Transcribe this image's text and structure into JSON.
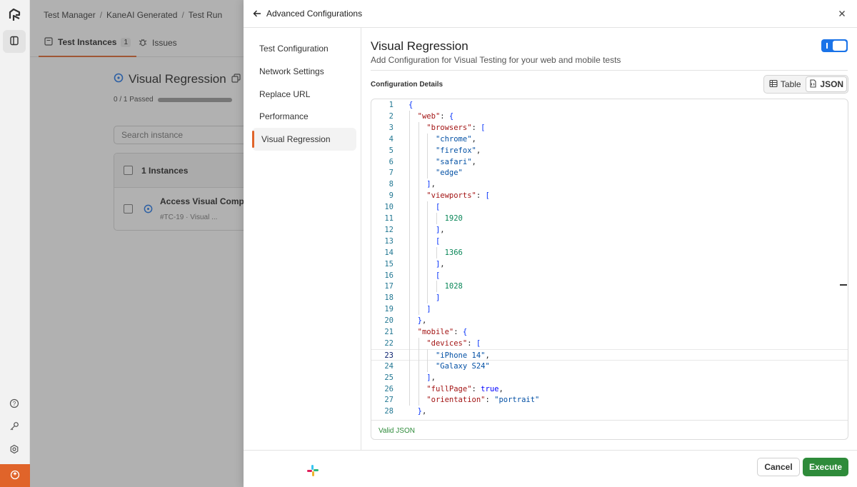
{
  "breadcrumb": [
    "Test Manager",
    "KaneAI Generated",
    "Test Run"
  ],
  "tabs": [
    {
      "label": "Test Instances",
      "count": "1"
    },
    {
      "label": "Issues"
    }
  ],
  "background": {
    "title": "Visual Regression",
    "passed": "0 / 1 Passed",
    "search_placeholder": "Search instance",
    "instances_header": "1 Instances",
    "instance": {
      "name": "Access Visual Compar",
      "meta": "#TC-19 · Visual ..."
    }
  },
  "drawer": {
    "title": "Advanced Configurations",
    "nav": [
      "Test Configuration",
      "Network Settings",
      "Replace URL",
      "Performance",
      "Visual Regression"
    ],
    "active_nav": "Visual Regression",
    "section_title": "Visual Regression",
    "section_subtitle": "Add Configuration for Visual Testing for your web and mobile tests",
    "toggle_on": true,
    "config_label": "Configuration Details",
    "view_toggle": {
      "table": "Table",
      "json": "JSON",
      "active": "JSON"
    },
    "validation": "Valid JSON",
    "current_line": 23,
    "cancel": "Cancel",
    "execute": "Execute"
  },
  "colors": {
    "accent": "#e0642a",
    "primary": "#1a73e8",
    "success": "#2e8b3a"
  },
  "code_lines": [
    {
      "n": "1",
      "t": "{"
    },
    {
      "n": "2",
      "t": "  \"web\": {"
    },
    {
      "n": "3",
      "t": "    \"browsers\": ["
    },
    {
      "n": "4",
      "t": "      \"chrome\","
    },
    {
      "n": "5",
      "t": "      \"firefox\","
    },
    {
      "n": "6",
      "t": "      \"safari\","
    },
    {
      "n": "7",
      "t": "      \"edge\""
    },
    {
      "n": "8",
      "t": "    ],"
    },
    {
      "n": "9",
      "t": "    \"viewports\": ["
    },
    {
      "n": "10",
      "t": "      ["
    },
    {
      "n": "11",
      "t": "        1920"
    },
    {
      "n": "12",
      "t": "      ],"
    },
    {
      "n": "13",
      "t": "      ["
    },
    {
      "n": "14",
      "t": "        1366"
    },
    {
      "n": "15",
      "t": "      ],"
    },
    {
      "n": "16",
      "t": "      ["
    },
    {
      "n": "17",
      "t": "        1028"
    },
    {
      "n": "18",
      "t": "      ]"
    },
    {
      "n": "19",
      "t": "    ]"
    },
    {
      "n": "20",
      "t": "  },"
    },
    {
      "n": "21",
      "t": "  \"mobile\": {"
    },
    {
      "n": "22",
      "t": "    \"devices\": ["
    },
    {
      "n": "23",
      "t": "      \"iPhone 14\","
    },
    {
      "n": "24",
      "t": "      \"Galaxy S24\""
    },
    {
      "n": "25",
      "t": "    ],"
    },
    {
      "n": "26",
      "t": "    \"fullPage\": true,"
    },
    {
      "n": "27",
      "t": "    \"orientation\": \"portrait\""
    },
    {
      "n": "28",
      "t": "  },"
    }
  ]
}
